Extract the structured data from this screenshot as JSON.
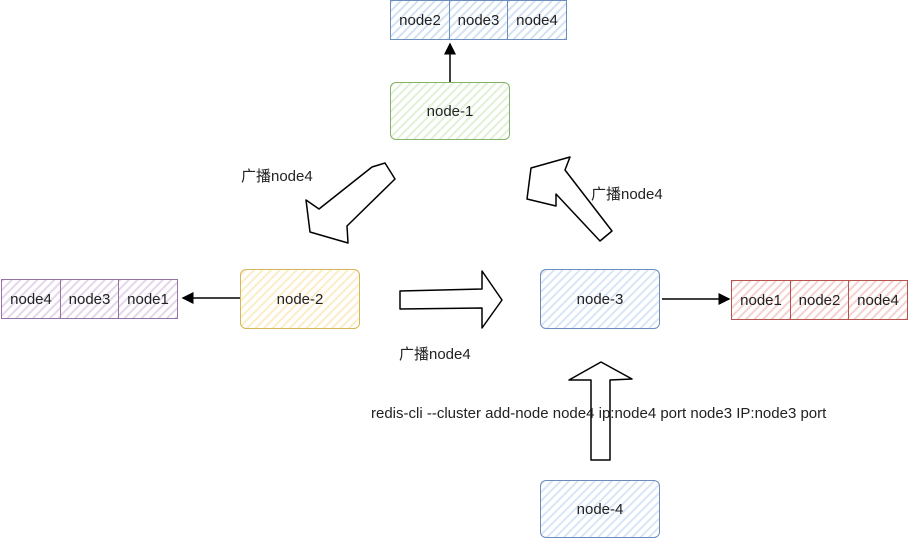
{
  "nodes": {
    "node1": "node-1",
    "node2": "node-2",
    "node3": "node-3",
    "node4": "node-4"
  },
  "tables": {
    "node1_known": [
      "node2",
      "node3",
      "node4"
    ],
    "node2_known": [
      "node4",
      "node3",
      "node1"
    ],
    "node3_known": [
      "node1",
      "node2",
      "node4"
    ]
  },
  "labels": {
    "broadcast_node1_to_node2": "广播node4",
    "broadcast_node3_to_node1": "广播node4",
    "broadcast_node2_to_node3": "广播node4",
    "command": "redis-cli --cluster add-node node4 ip:node4 port  node3 IP:node3 port"
  },
  "colors": {
    "node1": "#82b366",
    "node2": "#d6b656",
    "node3": "#6c8ebf",
    "node4": "#6c8ebf",
    "table_node1": "#6c8ebf",
    "table_node2": "#9673a6",
    "table_node3": "#b85450"
  }
}
